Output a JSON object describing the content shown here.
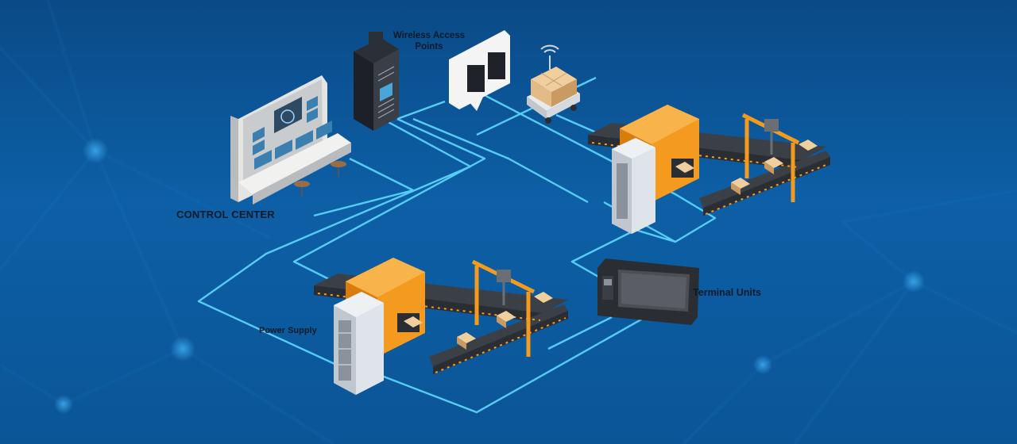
{
  "labels": {
    "control_center": "CONTROL CENTER",
    "wireless_access_points": "Wireless Access Points",
    "power_supply": "Power Supply",
    "terminal_units": "Terminal Units"
  },
  "colors": {
    "background": "#0b5597",
    "network_line": "#56cdf5",
    "machine_orange": "#f39a1f",
    "conveyor_dark": "#2f3338",
    "cabinet_grey": "#dfe4ea",
    "box_tan": "#e2bb86"
  },
  "icons": [
    "control-center-icon",
    "server-tower-icon",
    "wireless-access-point-icon",
    "wifi-icon",
    "pallet-cart-icon",
    "production-line-icon",
    "power-supply-cabinet-icon",
    "terminal-unit-icon"
  ]
}
